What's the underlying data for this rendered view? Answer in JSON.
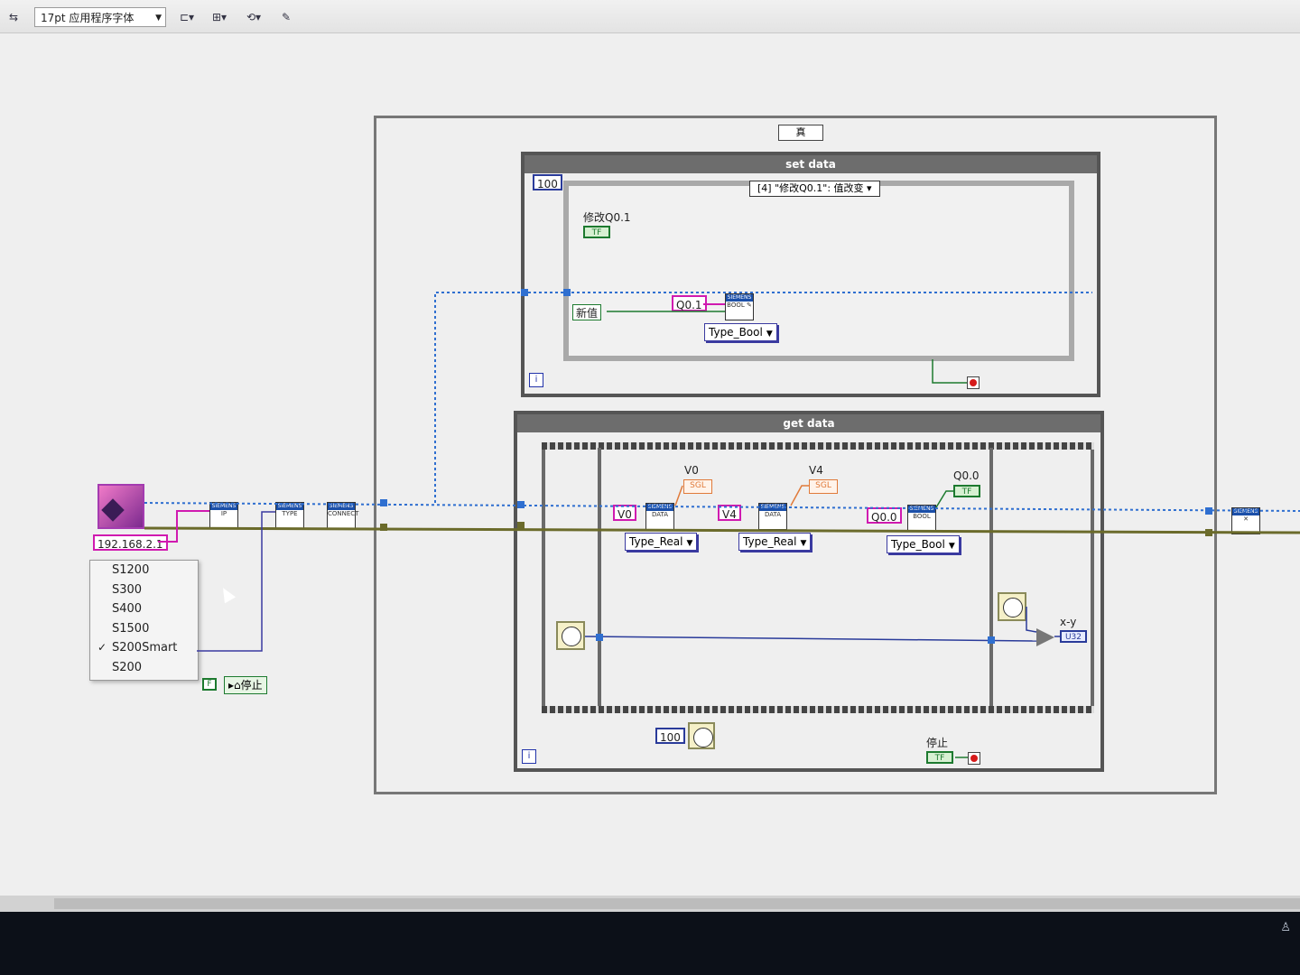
{
  "toolbar": {
    "font": "17pt 应用程序字体",
    "align_icon": "align-icon",
    "distribute_icon": "distribute-icon",
    "reorder_icon": "reorder-icon",
    "cleanup_icon": "cleanup-icon"
  },
  "case_structure": {
    "selector": "真"
  },
  "set_data": {
    "title": "set data",
    "timeout": "100",
    "event_selector": "[4] \"修改Q0.1\": 值改变",
    "control_label": "修改Q0.1",
    "new_value": "新值",
    "address": "Q0.1",
    "type": "Type_Bool"
  },
  "get_data": {
    "title": "get data",
    "v0_label": "V0",
    "v0_address": "V0",
    "v0_type": "Type_Real",
    "v4_label": "V4",
    "v4_address": "V4",
    "v4_type": "Type_Real",
    "q00_label": "Q0.0",
    "q00_address": "Q0.0",
    "q00_type": "Type_Bool",
    "xy_label": "x-y",
    "wait_ms": "100",
    "stop_label": "停止",
    "sgl_tag": "SGL",
    "tf_tag": "TF",
    "u32_tag": "U32"
  },
  "left": {
    "ip": "192.168.2.1",
    "stop_control": "停止",
    "bool_const": "F",
    "menu": [
      {
        "label": "S1200",
        "checked": false
      },
      {
        "label": "S300",
        "checked": false
      },
      {
        "label": "S400",
        "checked": false
      },
      {
        "label": "S1500",
        "checked": false
      },
      {
        "label": "S200Smart",
        "checked": true
      },
      {
        "label": "S200",
        "checked": false
      }
    ]
  },
  "colors": {
    "string_wire": "#d01ab0",
    "ref_wire": "#2f6fd0",
    "error_wire": "#6b6b2b",
    "numeric_wire": "#2a3b9a",
    "bool_wire": "#1d7a2f"
  }
}
